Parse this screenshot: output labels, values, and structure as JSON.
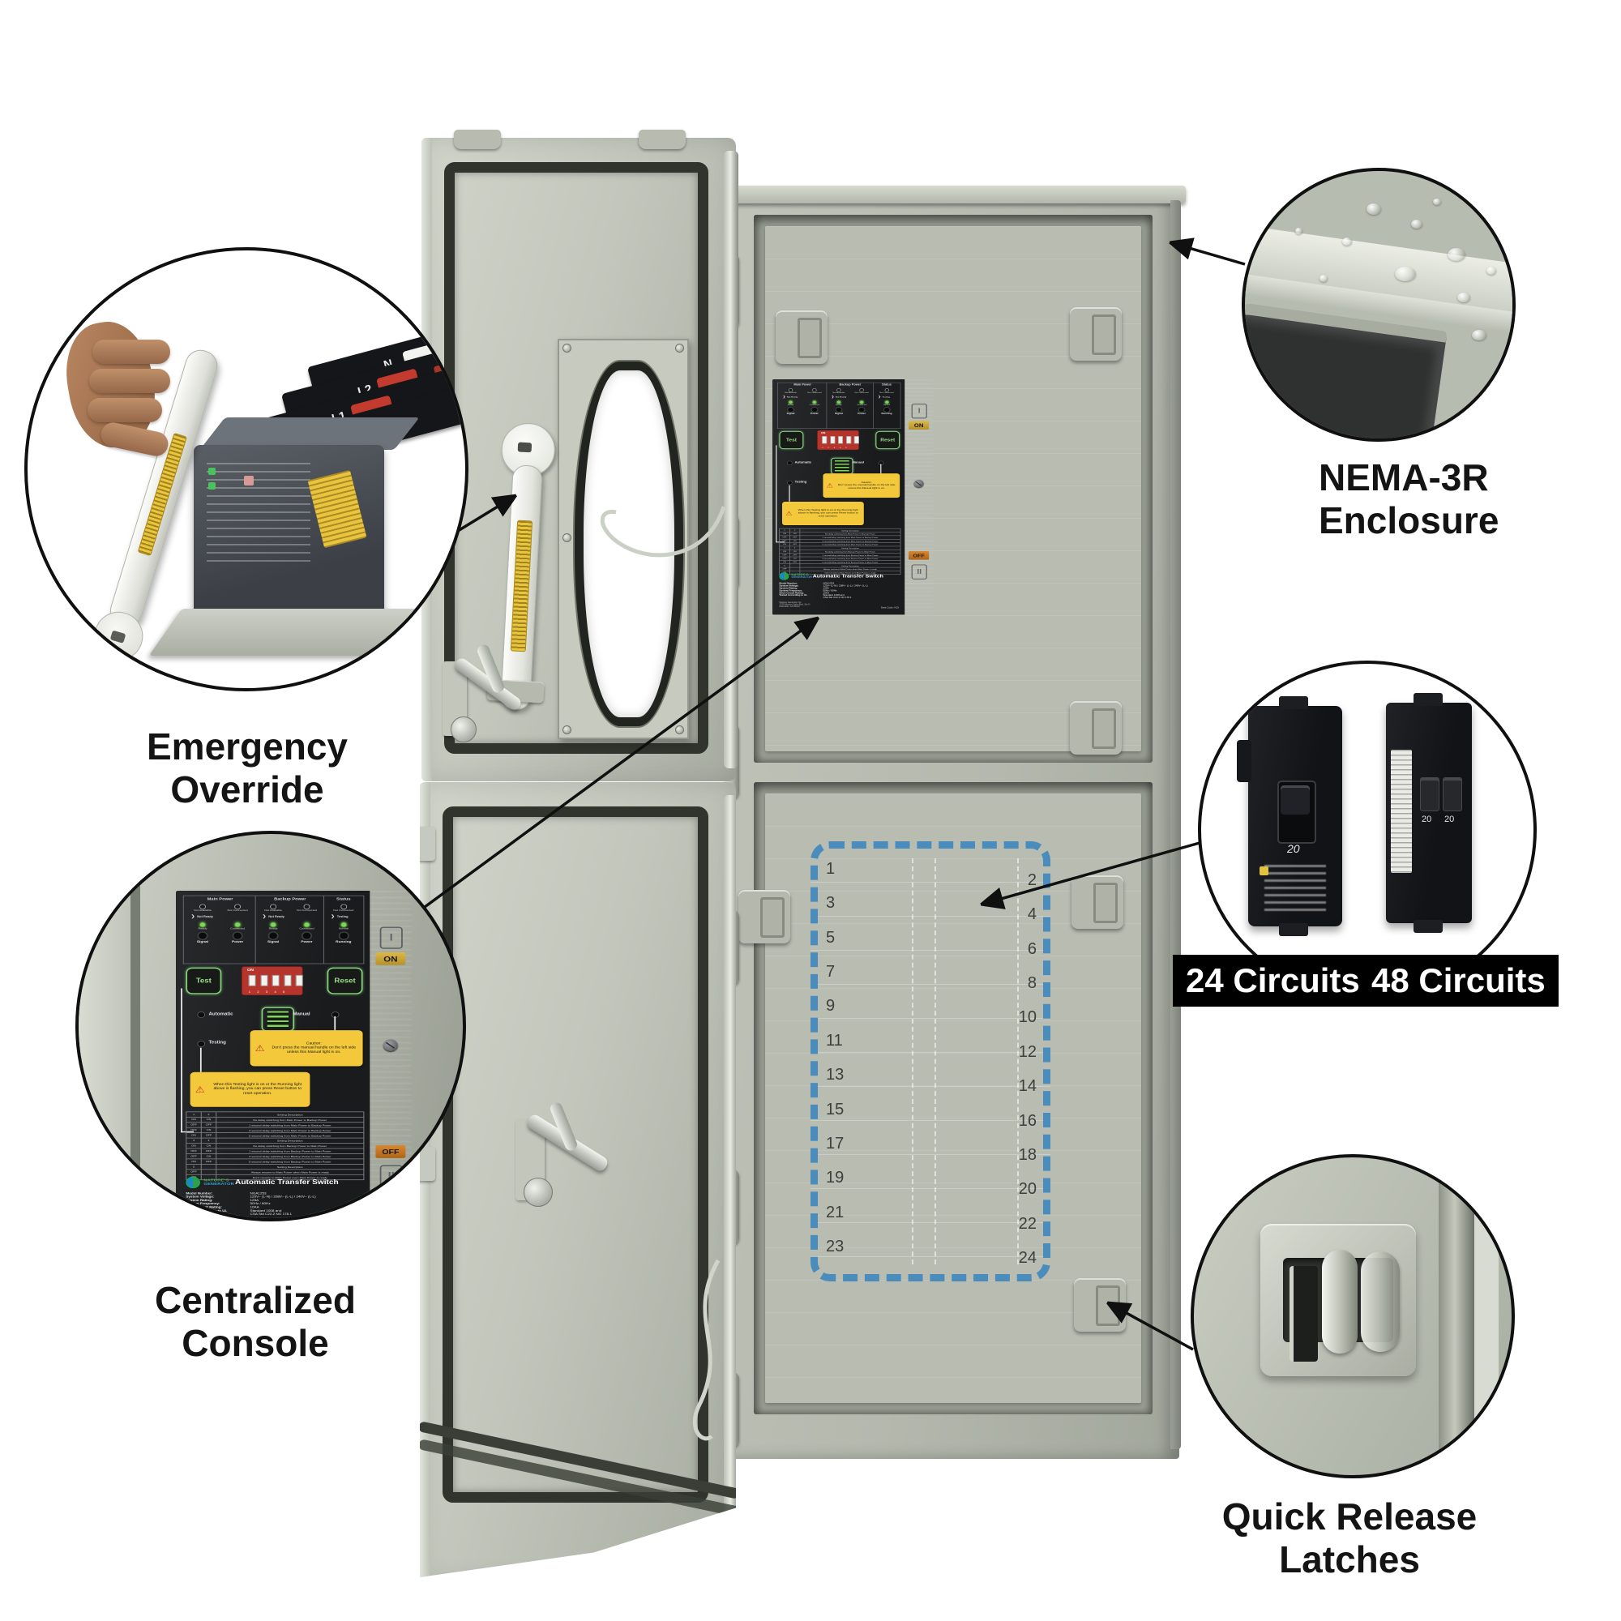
{
  "callouts": {
    "emergency_override": {
      "label_line1": "Emergency",
      "label_line2": "Override",
      "toggle_labels": [
        "L1",
        "L2",
        "N"
      ]
    },
    "centralized_console": {
      "label_line1": "Centralized",
      "label_line2": "Console"
    },
    "nema_enclosure": {
      "label_line1": "NEMA-3R",
      "label_line2": "Enclosure"
    },
    "circuit_breakers": {
      "left_label": "24 Circuits",
      "right_label": "48 Circuits",
      "single_breaker_amp": "20",
      "tandem_breaker_amps": [
        "20",
        "20"
      ]
    },
    "quick_release": {
      "label_line1": "Quick Release",
      "label_line2": "Latches"
    }
  },
  "breaker_panel": {
    "odd_numbers": [
      "1",
      "3",
      "5",
      "7",
      "9",
      "11",
      "13",
      "15",
      "17",
      "19",
      "21",
      "23"
    ],
    "even_numbers": [
      "2",
      "4",
      "6",
      "8",
      "10",
      "12",
      "14",
      "16",
      "18",
      "20",
      "22",
      "24"
    ]
  },
  "console": {
    "led": {
      "col_main": "Main Power",
      "col_backup": "Backup Power",
      "col_status": "Status",
      "not_available": "Not Available",
      "not_connected": "Not Connected",
      "not_ready": "Not Ready",
      "ready": "Ready",
      "connected": "Connected",
      "signal": "Signal",
      "power": "Power",
      "testing": "Testing",
      "normal": "Normal",
      "running": "Running"
    },
    "test_button": "Test",
    "reset_button": "Reset",
    "dip_on": "ON",
    "dip_numbers": [
      "1",
      "2",
      "3",
      "4",
      "5"
    ],
    "automatic": "Automatic",
    "manual": "Manual",
    "testing_label": "Testing",
    "caution_title": "Caution:",
    "caution_text": "Don't press the manual handle on the left side unless this Manual light is on.",
    "note_text": "When this Testing light is on or the Running light above is flashing, you can press Reset button to reset operation.",
    "table": [
      {
        "a": "1",
        "b": "2",
        "d": "Setting Description"
      },
      {
        "a": "ON",
        "b": "ON",
        "d": "No delay switching from Main Power to Backup Power"
      },
      {
        "a": "OFF",
        "b": "OFF",
        "d": "1 second delay switching from Main Power to Backup Power"
      },
      {
        "a": "OFF",
        "b": "ON",
        "d": "3 second delay switching from Main Power to Backup Power"
      },
      {
        "a": "ON",
        "b": "OFF",
        "d": "5 second delay switching from Main Power to Backup Power"
      },
      {
        "a": "3",
        "b": "4",
        "d": "Setting Description"
      },
      {
        "a": "ON",
        "b": "ON",
        "d": "No delay switching from Backup Power to Main Power"
      },
      {
        "a": "OFF",
        "b": "OFF",
        "d": "1 second delay switching from Backup Power to Main Power"
      },
      {
        "a": "OFF",
        "b": "ON",
        "d": "3 second delay switching from Backup Power to Main Power"
      },
      {
        "a": "ON",
        "b": "OFF",
        "d": "5 second delay switching from Backup Power to Main Power"
      },
      {
        "a": "5",
        "b": "",
        "d": "Setting Description"
      },
      {
        "a": "OFF",
        "b": "",
        "d": "Always resume to Main Power when Main Power is ready"
      },
      {
        "a": "ON",
        "b": "",
        "d": "Don't resume to Main Power even Main Power is ready"
      }
    ],
    "brand_name1": "NATURE'S",
    "brand_name2": "GENERATOR",
    "title": "Automatic Transfer Switch",
    "specs": [
      {
        "k": "Model Number:",
        "v": "NGA1253"
      },
      {
        "k": "System Voltage:",
        "v": "120V~ (L-N) / 208V~ (L-L) / 240V~ (L-L)"
      },
      {
        "k": "System Rating:",
        "v": "125A"
      },
      {
        "k": "System Frequency:",
        "v": "50Hz / 60Hz"
      },
      {
        "k": "Short Circuit Rating:",
        "v": "10KA"
      },
      {
        "k": "Tested According to UL",
        "v": "Standard 1008 and"
      },
      {
        "k": "",
        "v": "CSA Std C22.2 NO 178.1"
      }
    ],
    "footer_line1": "Natures Generator Inc.",
    "footer_line2": "1233 Mission Oaks Blvd, Ste N",
    "footer_line3": "Camarillo, CA 93012",
    "date_code": "Date Code: K15",
    "side_on": "ON",
    "side_off": "OFF",
    "side_sym1": "I",
    "side_sym2": "II"
  },
  "colors": {
    "accent_blue_dashed": "#4a8dbd",
    "warning_yellow": "#f3c93b",
    "led_green": "#7fd65a",
    "dip_red": "#b5352d",
    "cabinet_gray": "#b4b8ad"
  }
}
